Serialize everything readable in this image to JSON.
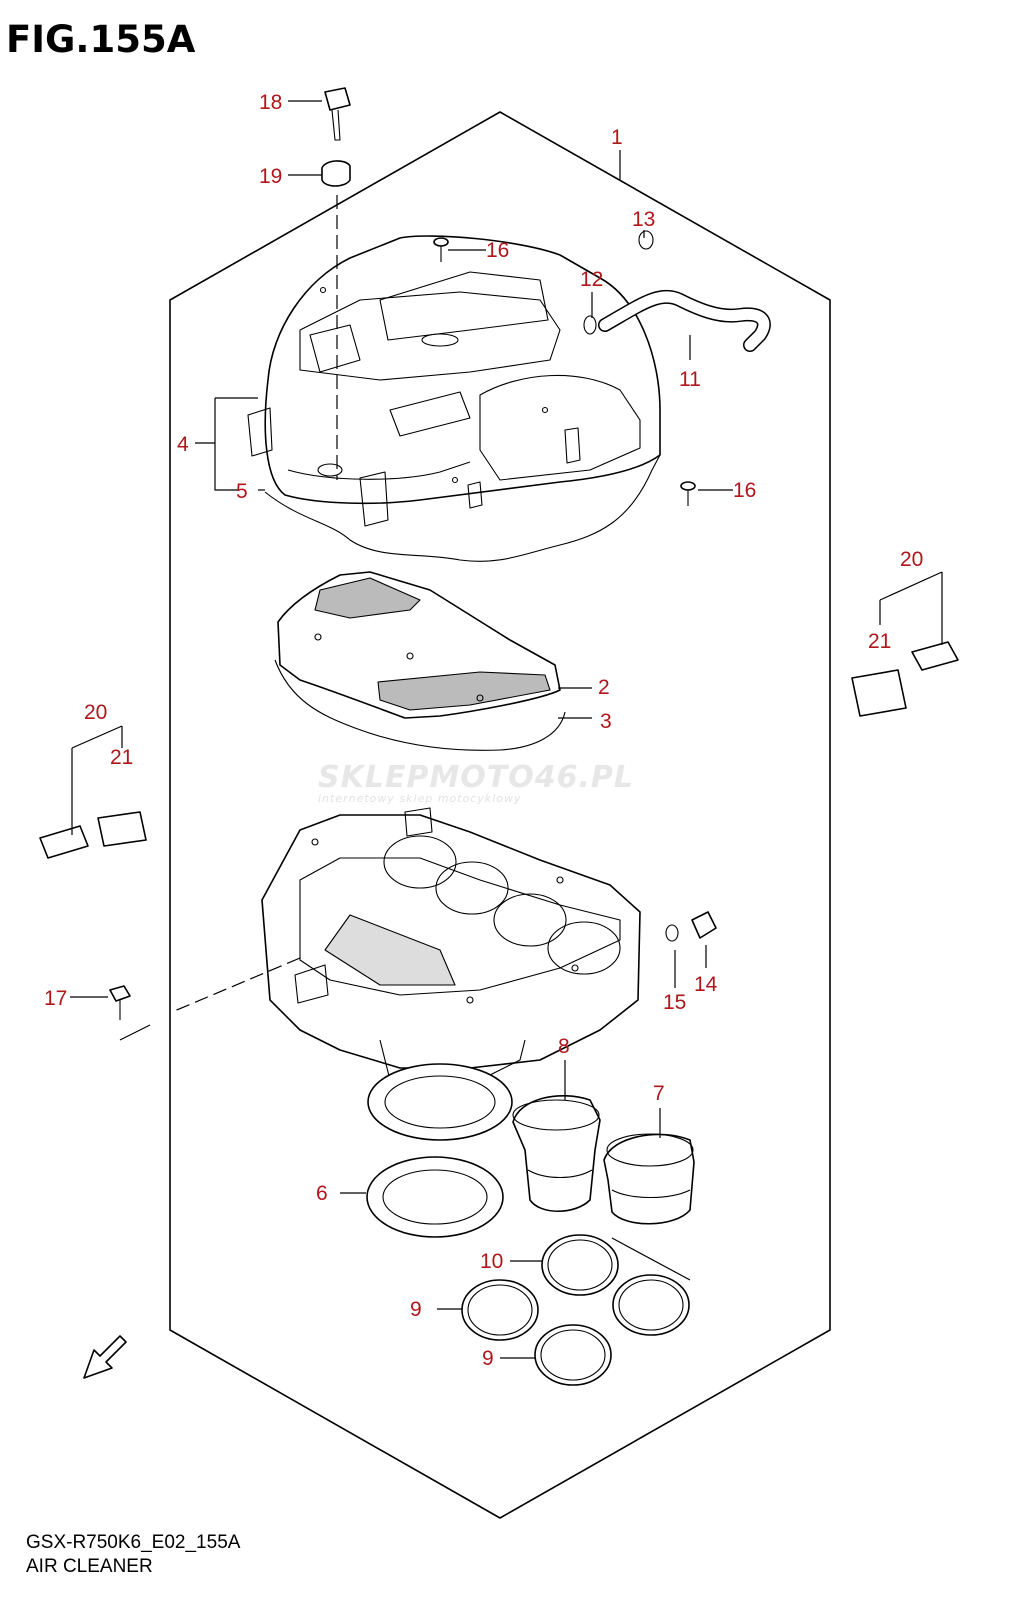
{
  "figure": {
    "title": "FIG.155A",
    "model_code": "GSX-R750K6_E02_155A",
    "name": "AIR CLEANER"
  },
  "watermark": {
    "main": "SKLEPMOTO46.PL",
    "sub": "internetowy sklep motocyklowy"
  },
  "colors": {
    "callout": "#b0161b",
    "line": "#000000",
    "background": "#ffffff"
  },
  "callouts": {
    "c1": "1",
    "c2": "2",
    "c3": "3",
    "c4": "4",
    "c5": "5",
    "c6": "6",
    "c7": "7",
    "c8": "8",
    "c9a": "9",
    "c9b": "9",
    "c10": "10",
    "c11": "11",
    "c12": "12",
    "c13": "13",
    "c14": "14",
    "c15": "15",
    "c16a": "16",
    "c16b": "16",
    "c17": "17",
    "c18": "18",
    "c19": "19",
    "c20a": "20",
    "c20b": "20",
    "c21a": "21",
    "c21b": "21"
  }
}
